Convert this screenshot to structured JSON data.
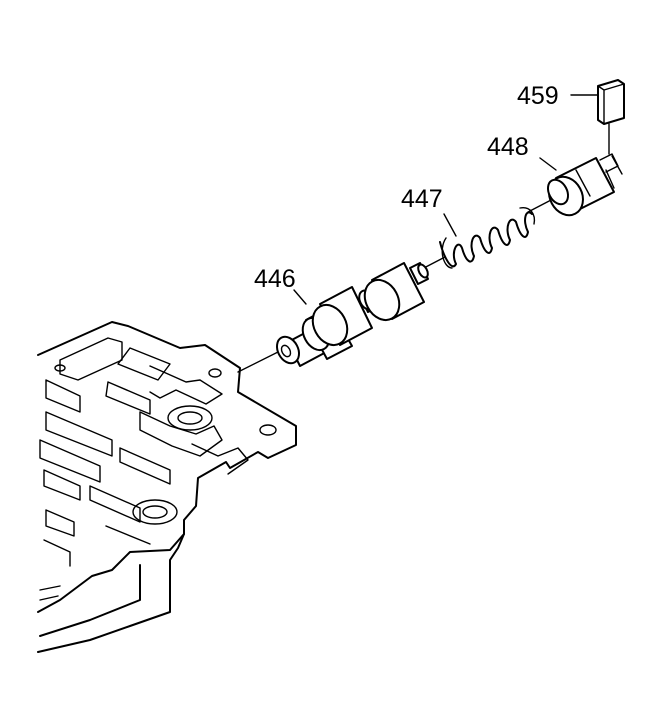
{
  "diagram": {
    "callouts": {
      "c459": "459",
      "c448": "448",
      "c447": "447",
      "c446": "446"
    }
  }
}
